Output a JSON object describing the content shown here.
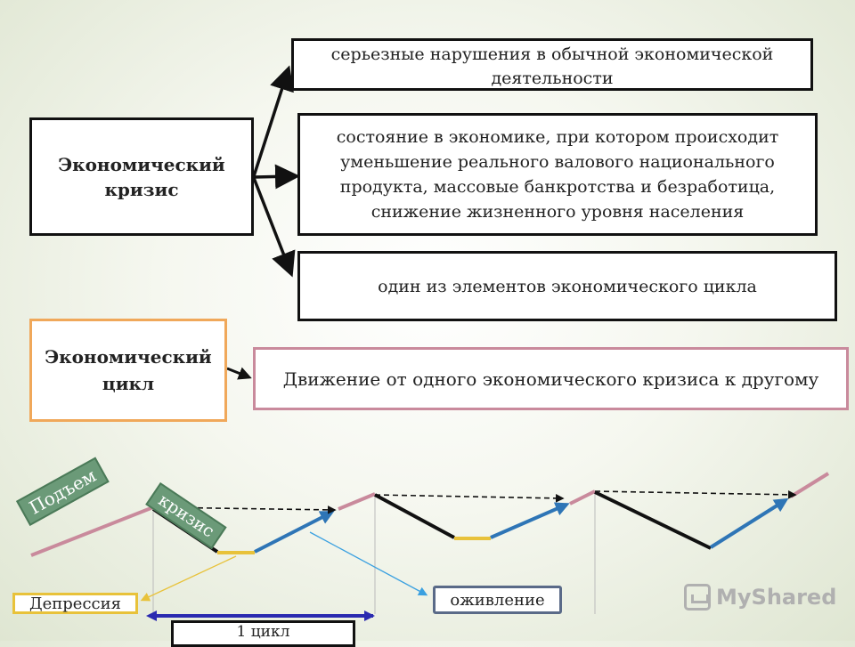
{
  "term_crisis": {
    "line1": "Экономический",
    "line2": "кризис"
  },
  "definitions": {
    "d1": "серьезные нарушения в обычной экономической деятельности",
    "d2": "состояние в экономике, при котором происходит уменьшение реального валового национального продукта, массовые банкротства и безработица, снижение жизненного уровня населения",
    "d3": "один из элементов экономического цикла"
  },
  "term_cycle": {
    "line1": "Экономический",
    "line2": "цикл"
  },
  "cycle_definition": "Движение от одного экономического кризиса к другому",
  "phases": {
    "rise": "Подъем",
    "crisis": "кризис",
    "depression": "Депрессия",
    "revival": "оживление",
    "one_cycle": "1 цикл"
  },
  "watermark": "MyShared",
  "colors": {
    "rise": "#c98a9c",
    "crisis": "#111111",
    "depression": "#e8c23a",
    "revival": "#2e75b6",
    "phase_badge": "#6b9a78"
  }
}
